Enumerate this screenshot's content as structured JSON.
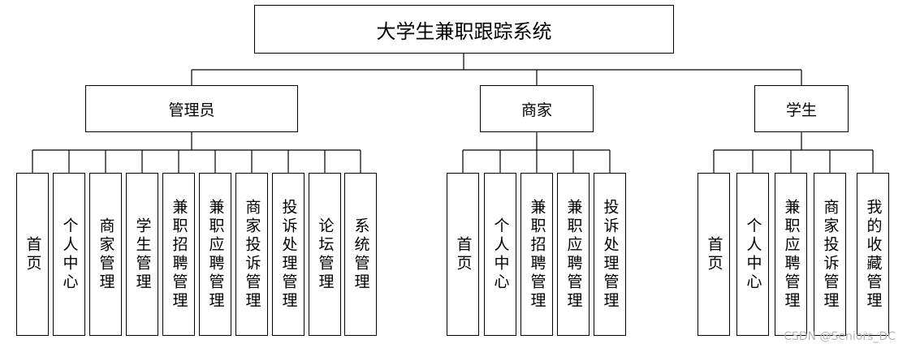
{
  "title": "大学生兼职跟踪系统",
  "groups": [
    {
      "title": "管理员",
      "items": [
        "首页",
        "个人中心",
        "商家管理",
        "学生管理",
        "兼职招聘管理",
        "兼职应聘管理",
        "商家投诉管理",
        "投诉处理管理",
        "论坛管理",
        "系统管理"
      ]
    },
    {
      "title": "商家",
      "items": [
        "首页",
        "个人中心",
        "兼职招聘管理",
        "兼职应聘管理",
        "投诉处理管理"
      ]
    },
    {
      "title": "学生",
      "items": [
        "首页",
        "个人中心",
        "兼职应聘管理",
        "商家投诉管理",
        "我的收藏管理"
      ]
    }
  ],
  "watermark": "CSDN @Seniors_DC"
}
